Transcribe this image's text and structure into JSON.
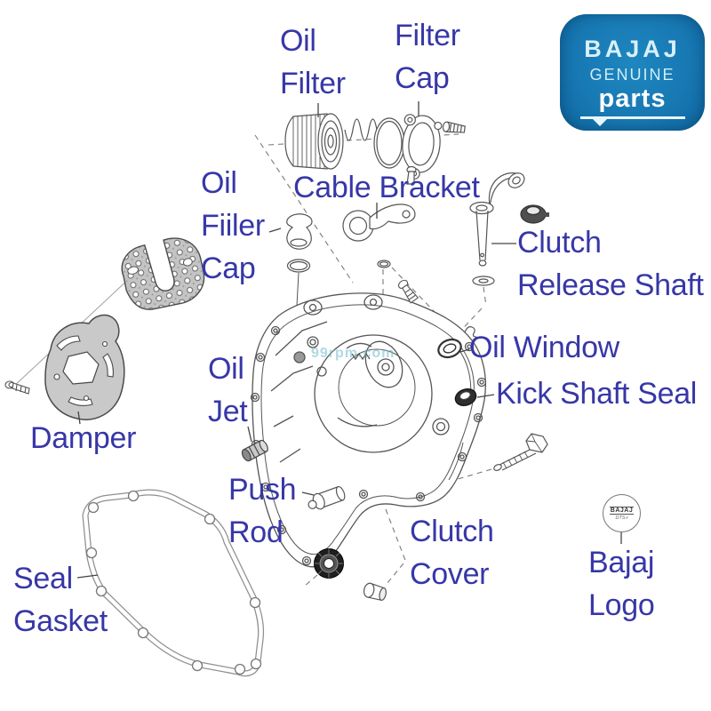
{
  "watermark": "99rpm.com",
  "brand_badge": {
    "brand": "BAJAJ",
    "line2": "GENUINE",
    "line3": "parts"
  },
  "small_logo": {
    "brand": "BAJAJ",
    "sub": "DTS-i"
  },
  "labels": {
    "oil_filter": "Oil\nFilter",
    "filter_cap": "Filter\nCap",
    "cable_bracket": "Cable Bracket",
    "oil_fiiler_cap": "Oil\nFiiler\nCap",
    "clutch_release_shaft": "Clutch\nRelease Shaft",
    "oil_window": "Oil Window",
    "kick_shaft_seal": "Kick Shaft Seal",
    "oil_jet": "Oil\nJet",
    "damper": "Damper",
    "push_rod": "Push\nRod",
    "clutch_cover": "Clutch\nCover",
    "seal_gasket": "Seal\nGasket",
    "bajaj_logo": "Bajaj\nLogo"
  },
  "colors": {
    "label_text": "#3737a8",
    "badge_blue": "#1879b3",
    "line_art": "#555555",
    "shaded_part": "#c8c8c8"
  }
}
